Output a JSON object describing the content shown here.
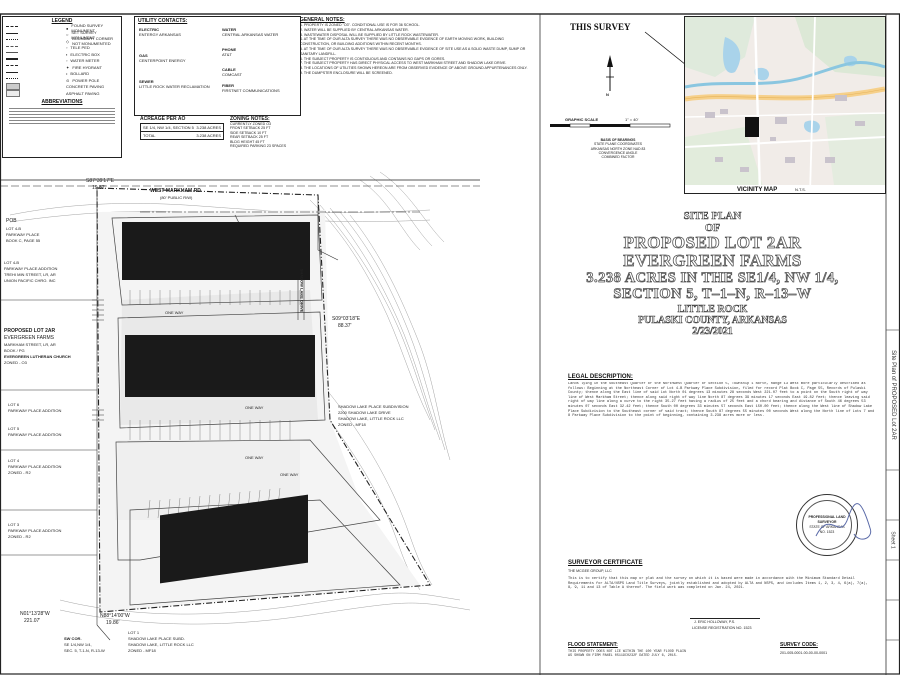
{
  "legend": {
    "title": "LEGEND",
    "items": [
      "FOUND SURVEY MONUMENT",
      "SET SURVEY MONUMENT",
      "BOUNDARY CORNER NOT MONUMENTED",
      "TELE PED",
      "ELECTRIC BOX",
      "WATER METER",
      "FIRE HYDRANT",
      "BOLLARD",
      "POWER POLE",
      "CONCRETE PAVING",
      "ASPHALT PAVING"
    ],
    "abbrev_title": "ABBREVIATIONS"
  },
  "utility": {
    "title": "UTILITY CONTACTS:",
    "col1": [
      "ELECTRIC",
      "ENTERGY ARKANSAS",
      "GAS",
      "CENTERPOINT ENERGY",
      "SEWER",
      "LITTLE ROCK WATER RECLAMATION"
    ],
    "col2": [
      "WATER",
      "CENTRAL ARKANSAS WATER",
      "PHONE",
      "AT&T",
      "CABLE",
      "COMCAST",
      "FIBER",
      "FIRSTNET COMMUNICATIONS"
    ]
  },
  "general_notes": {
    "title": "GENERAL NOTES:",
    "items": [
      "1. PROPERTY IS ZONED \"O3\". CONDITIONAL USE IS FOR 36 SCHOOL.",
      "2. WATER WILL BE SUPPLIED BY CENTRAL ARKANSAS WATER.",
      "3. WASTEWATER DISPOSAL WILL BE SUPPLIED BY LITTLE ROCK WASTEWATER.",
      "4. AT THE TIME OF OUR ALTA SURVEY THERE WAS NO OBSERVABLE EVIDENCE OF EARTH MOVING WORK, BUILDING CONSTRUCTION, OR BUILDING ADDITIONS WITHIN RECENT MONTHS.",
      "5. AT THE TIME OF OUR ALTA SURVEY THERE WAS NO OBSERVABLE EVIDENCE OF SITE USE AS A SOLID WASTE DUMP, SUMP OR SANITARY LANDFILL.",
      "6. THE SUBJECT PROPERTY IS CONTIGUOUS AND CONTAINS NO GAPS OR GORES.",
      "7. THE SUBJECT PROPERTY HAS DIRECT PHYSICAL ACCESS TO WEST MARKHAM STREET AND SHADOW LAKE DRIVE.",
      "8. THE LOCATIONS OF UTILITIES SHOWN HEREON ARE FROM OBSERVED EVIDENCE OF ABOVE GROUND APPURTENANCES ONLY.",
      "9. THE DUMPSTER ENCLOSURE WILL BE SCREENED."
    ]
  },
  "acreage": {
    "title": "ACREAGE PER AO",
    "rows": [
      {
        "label": "SE 1/4, NW 1/4, SECTION 5",
        "value": "3.238 ACRES"
      },
      {
        "label": "TOTAL",
        "value": "3.238 ACRES"
      }
    ]
  },
  "zoning": {
    "title": "ZONING NOTES:",
    "items": [
      "CURRENTLY ZONED O3",
      "FRONT SETBACK 25 FT",
      "SIDE SETBACK 10 FT",
      "REAR SETBACK 25 FT",
      "BLDG HEIGHT 45 FT",
      "REQUIRED PARKING 23 SPACES"
    ]
  },
  "north_arrow": {
    "label": "N"
  },
  "graphic_scale": {
    "label": "GRAPHIC SCALE",
    "scale_text": "1\" = 40'"
  },
  "basis_bearing": {
    "lines": [
      "BASIS OF BEARINGS",
      "STATE PLANE COORDINATES",
      "ARKANSAS NORTH ZONE NAD 83",
      "CONVERGENCE ANGLE",
      "COMBINED FACTOR"
    ]
  },
  "vicinity": {
    "this_survey": "THIS SURVEY",
    "label": "VICINITY MAP",
    "nts": "N.T.S."
  },
  "title_block": {
    "line1": "SITE PLAN",
    "line2": "OF",
    "line3": "PROPOSED LOT 2AR",
    "line4": "EVERGREEN FARMS",
    "line5": "3.238 ACRES IN THE SE1/4, NW 1/4,",
    "line6": "SECTION 5, T–1–N, R–13–W",
    "line7": "LITTLE ROCK",
    "line8": "PULASKI COUNTY, ARKANSAS",
    "line9": "2/23/2021"
  },
  "legal": {
    "title": "LEGAL DESCRIPTION:",
    "text": "Lands lying in the Southeast Quarter of the Northwest Quarter of Section 5, Township 1 North, Range 13 West more particularly described as follows: Beginning at the Northeast Corner of Lot 4-B Parkway Place Subdivision, filed for record Plat Book C, Page 55, Records of Pulaski County; thence along the East line of said Lot North 01 degrees 13 minutes 28 seconds West 221.07 feet to a point on the South right of way line of West Markham Street; thence along said right of way line North 87 degrees 39 minutes 17 seconds East 19.82 feet; thence leaving said right of way line along a curve to the right 35.27 feet having a radius of 25 feet and a chord bearing and distance of South 46 degrees 53 minutes 07 seconds East 32.42 feet; thence South 00 degrees 33 minutes 57 seconds East 150.00 feet; thence along the West line of Shadow Lake Place Subdivision to the Southeast corner of said tract; thence South 87 degrees 55 minutes 00 seconds West along the North line of Lots 7 and 8 Parkway Place Subdivision to the point of beginning, containing 3.238 acres more or less."
  },
  "surveyor": {
    "title": "SURVEYOR CERTIFICATE",
    "firm": "THE MCGEE GROUP, LLC",
    "text": "This is to certify that this map or plat and the survey on which it is based were made in accordance with the Minimum Standard Detail Requirements for ALTA/NSPS Land Title Surveys, jointly established and adopted by ALTA and NSPS, and includes Items 1, 2, 3, 4, 6(a), 7(a), 8, 9, 11 and 13 of Table A thereof. The field work was completed on Jan. 24, 2021.",
    "signer": "J. ERIC HOLLOWAY, P.S.",
    "license": "LICENSE REGISTRATION NO. 1523"
  },
  "flood": {
    "title": "FLOOD STATEMENT:",
    "text": "THIS PROPERTY DOES NOT LIE WITHIN THE 100 YEAR FLOOD PLAIN AS SHOWN ON FIRM PANEL 05119C0232F DATED JULY 6, 2015."
  },
  "survey_code": {
    "title": "SURVEY CODE:",
    "value": "201-005-0001-00-00-00-0001"
  },
  "seal": {
    "text": "PROFESSIONAL LAND SURVEYOR",
    "state": "STATE OF ARKANSAS",
    "number": "NO. 1523"
  },
  "side_strip": {
    "text": "Site Plan of PROPOSED Lot 2AR",
    "sheet": "Sheet 1"
  },
  "plan": {
    "street": "WEST MARKHAM RD",
    "street2": "(80' PUBLIC R/W)",
    "bearing_top": "S87°39'17\"E",
    "dist_top": "19.82'",
    "bearing_left": "N01°13'28\"W",
    "dist_left": "221.07'",
    "bearing_bottom": "N88°14'00\"W",
    "dist_bottom": "19.86'",
    "bearing_right": "S09°03'18\"E",
    "dist_right": "88.37'",
    "lot_pob": "POB",
    "label_pob_lot": "LOT 4-B",
    "label_pob_sub": "PARKWAY PLACE",
    "label_pob_book": "BOOK C, PAGE 55",
    "label_lot4b": "LOT 4-B",
    "label_lot4b_sub": "PARKWAY PLACE ADDITION",
    "label_lot4b_own": "TREHI MIN STREET, LR, AR",
    "label_lot4b_owner2": "UNION PACIFIC CHRO. INC",
    "label_proposed1": "PROPOSED LOT 2AR",
    "label_proposed2": "EVERGREEN FARMS",
    "label_proposed3": "MARKHAM STREET, LR, AR",
    "label_proposed4": "BOOK / PG",
    "label_proposed5": "EVERGREEN LUTHERAN CHURCH",
    "label_proposed6": "ZONED - O3",
    "label_lot6": "LOT 6",
    "label_lot6_sub": "PARKWAY PLACE ADDITION",
    "label_lot5": "LOT 5",
    "label_lot5_sub": "PARKWAY PLACE ADDITION",
    "label_lot4": "LOT 4",
    "label_lot4_sub": "PARKWAY PLACE ADDITION",
    "label_lot4_zone": "ZONED - R2",
    "label_lot3": "LOT 3",
    "label_lot3_sub": "PARKWAY PLACE ADDITION",
    "label_lot3_zone": "ZONED - R2",
    "label_shadow1": "SHADOW LAKE PLACE SUBDIVISION",
    "label_shadow2": "2200 SHADOW LAKE DRIVE",
    "label_shadow3": "SHADOW LAKE, LITTLE ROCK LLC",
    "label_shadow4": "ZONED - MF18",
    "label_shadow_bottom1": "LOT 1",
    "label_shadow_bottom2": "SHADOW LAKE PLACE SUBD.",
    "label_shadow_bottom3": "SHADOW LAKE, LITTLE ROCK LLC",
    "label_shadow_bottom4": "ZONED - MF18",
    "label_drive_right": "SHADOW LAKE DRIVE",
    "label_oneway1": "ONE WAY",
    "label_oneway2": "ONE WAY",
    "label_oneway3": "ONE WAY",
    "label_oneway4": "ONE WAY",
    "label_sw_cor1": "SW COR.",
    "label_sw_cor2": "SE 1/4,NW 1/4,",
    "label_sw_cor3": "SEC. 5, T-1-N, R-13-W"
  }
}
